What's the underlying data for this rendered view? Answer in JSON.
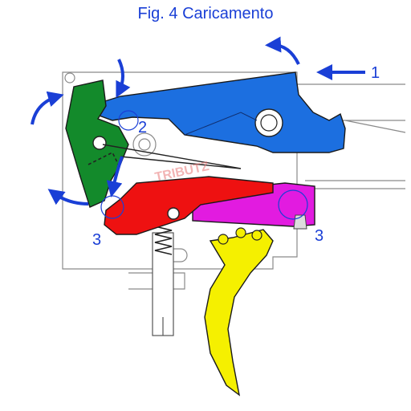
{
  "title": "Fig. 4 Caricamento",
  "callouts": [
    "1",
    "2",
    "3",
    "3"
  ],
  "watermark": "TRIBUTZ",
  "colors": {
    "hammer": "#1c6fe0",
    "sear_lever": "#138a2b",
    "sear": "#ee1111",
    "sear_tail": "#e21be0",
    "trigger": "#f5f000",
    "arrows": "#1a3fd6"
  }
}
